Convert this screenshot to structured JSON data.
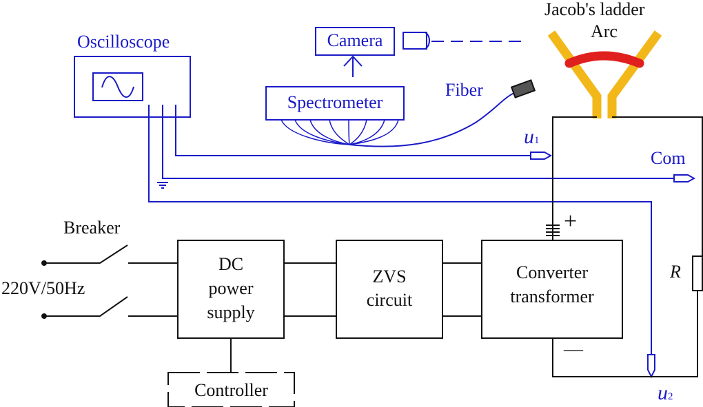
{
  "labels": {
    "oscilloscope": "Oscilloscope",
    "camera": "Camera",
    "spectrometer": "Spectrometer",
    "fiber": "Fiber",
    "jacobs_ladder": "Jacob's ladder",
    "arc": "Arc",
    "u1_sym": "u",
    "u1_sub": "1",
    "com": "Com",
    "breaker": "Breaker",
    "mains": "220V/50Hz",
    "dc_line1": "DC",
    "dc_line2": "power",
    "dc_line3": "supply",
    "zvs_line1": "ZVS",
    "zvs_line2": "circuit",
    "conv_line1": "Converter",
    "conv_line2": "transformer",
    "plus": "+",
    "minus": "—",
    "resistor": "R",
    "controller": "Controller",
    "u2_sym": "u",
    "u2_sub": "2"
  },
  "colors": {
    "signal": "#1a1ac8",
    "power": "#111111",
    "electrode": "#f2b81a",
    "arc": "#e0201e"
  }
}
